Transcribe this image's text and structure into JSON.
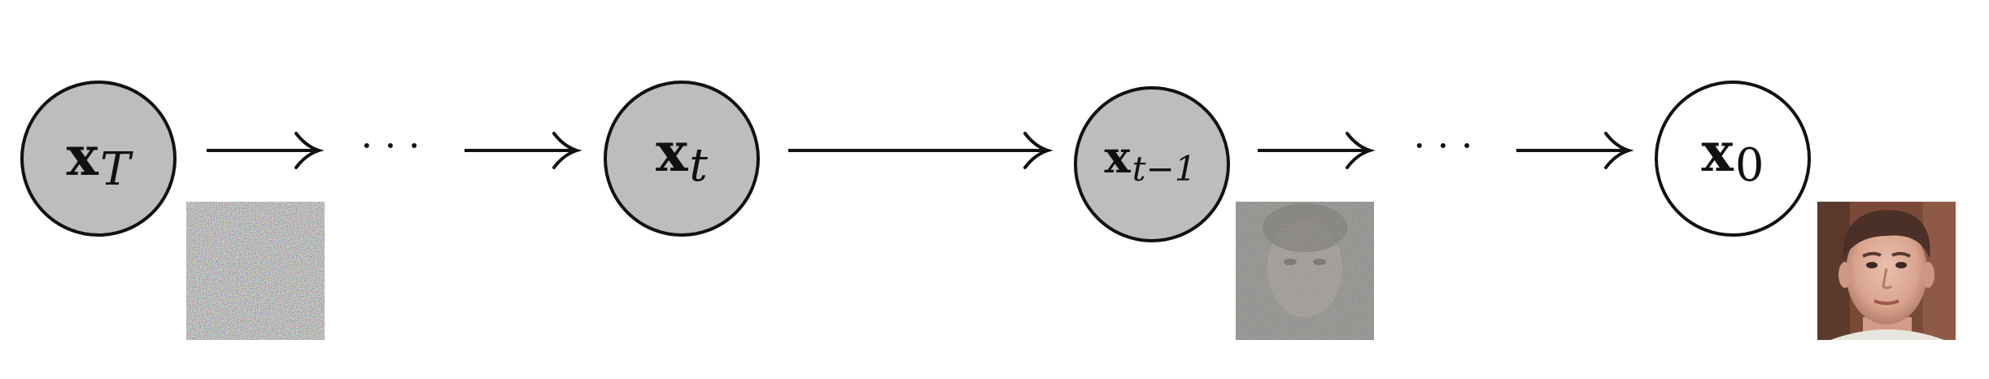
{
  "diagram": {
    "colors": {
      "latent_fill": "#bdbdbd",
      "observed_fill": "#ffffff",
      "stroke": "#111111"
    },
    "nodes": [
      {
        "id": "x_T",
        "main": "x",
        "sub": "T",
        "latent": true
      },
      {
        "id": "x_t",
        "main": "x",
        "sub": "t",
        "latent": true
      },
      {
        "id": "x_t_minus_1",
        "main": "x",
        "sub": "t−1",
        "latent": true
      },
      {
        "id": "x_0",
        "main": "x",
        "sub": "0",
        "latent": false
      }
    ],
    "ellipsis": [
      "· · ·",
      "· · ·"
    ],
    "images": [
      {
        "id": "noise-image",
        "noise_level": 1.0
      },
      {
        "id": "partially-denoised-face-image",
        "noise_level": 0.6
      },
      {
        "id": "clean-face-image",
        "noise_level": 0.0
      }
    ]
  }
}
